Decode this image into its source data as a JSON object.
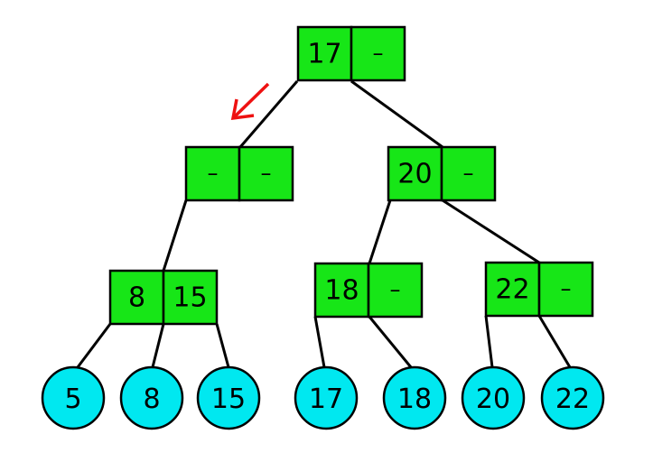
{
  "colors": {
    "node_fill": "#17e617",
    "leaf_fill": "#00e8f0",
    "edge": "#000000",
    "arrow": "#ee1111"
  },
  "tree": {
    "root": {
      "left_key": "17",
      "right_key": "–"
    },
    "level1_left": {
      "left_key": "–",
      "right_key": "–"
    },
    "level1_right": {
      "left_key": "20",
      "right_key": "–"
    },
    "level2_a": {
      "left_key": "8",
      "right_key": "15"
    },
    "level2_b": {
      "left_key": "18",
      "right_key": "–"
    },
    "level2_c": {
      "left_key": "22",
      "right_key": "–"
    }
  },
  "leaves": [
    "5",
    "8",
    "15",
    "17",
    "18",
    "20",
    "22"
  ]
}
